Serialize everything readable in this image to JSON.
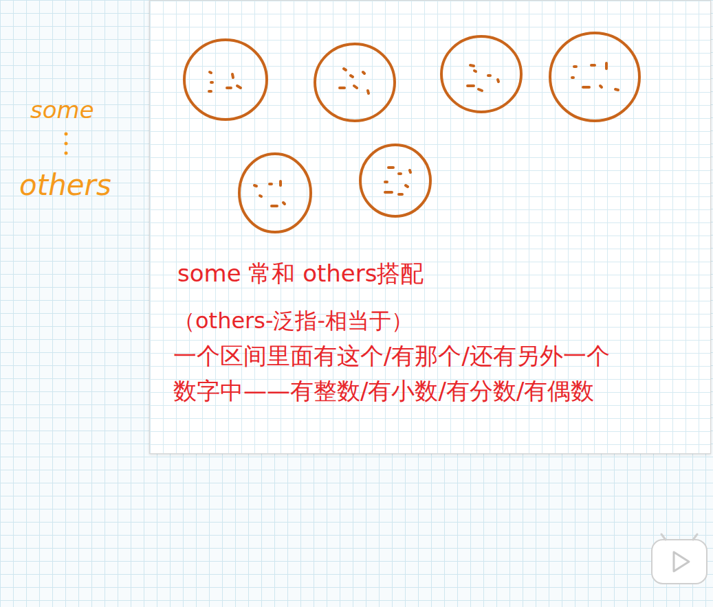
{
  "diagram": {
    "labels": [
      "some",
      "others",
      "some 常和 others搭配",
      "（others-泛指-相当于）",
      "一个区间里面有这个/有那个/还有另外一个",
      "数字中——有整数/有小数/有分数/有偶数"
    ]
  }
}
